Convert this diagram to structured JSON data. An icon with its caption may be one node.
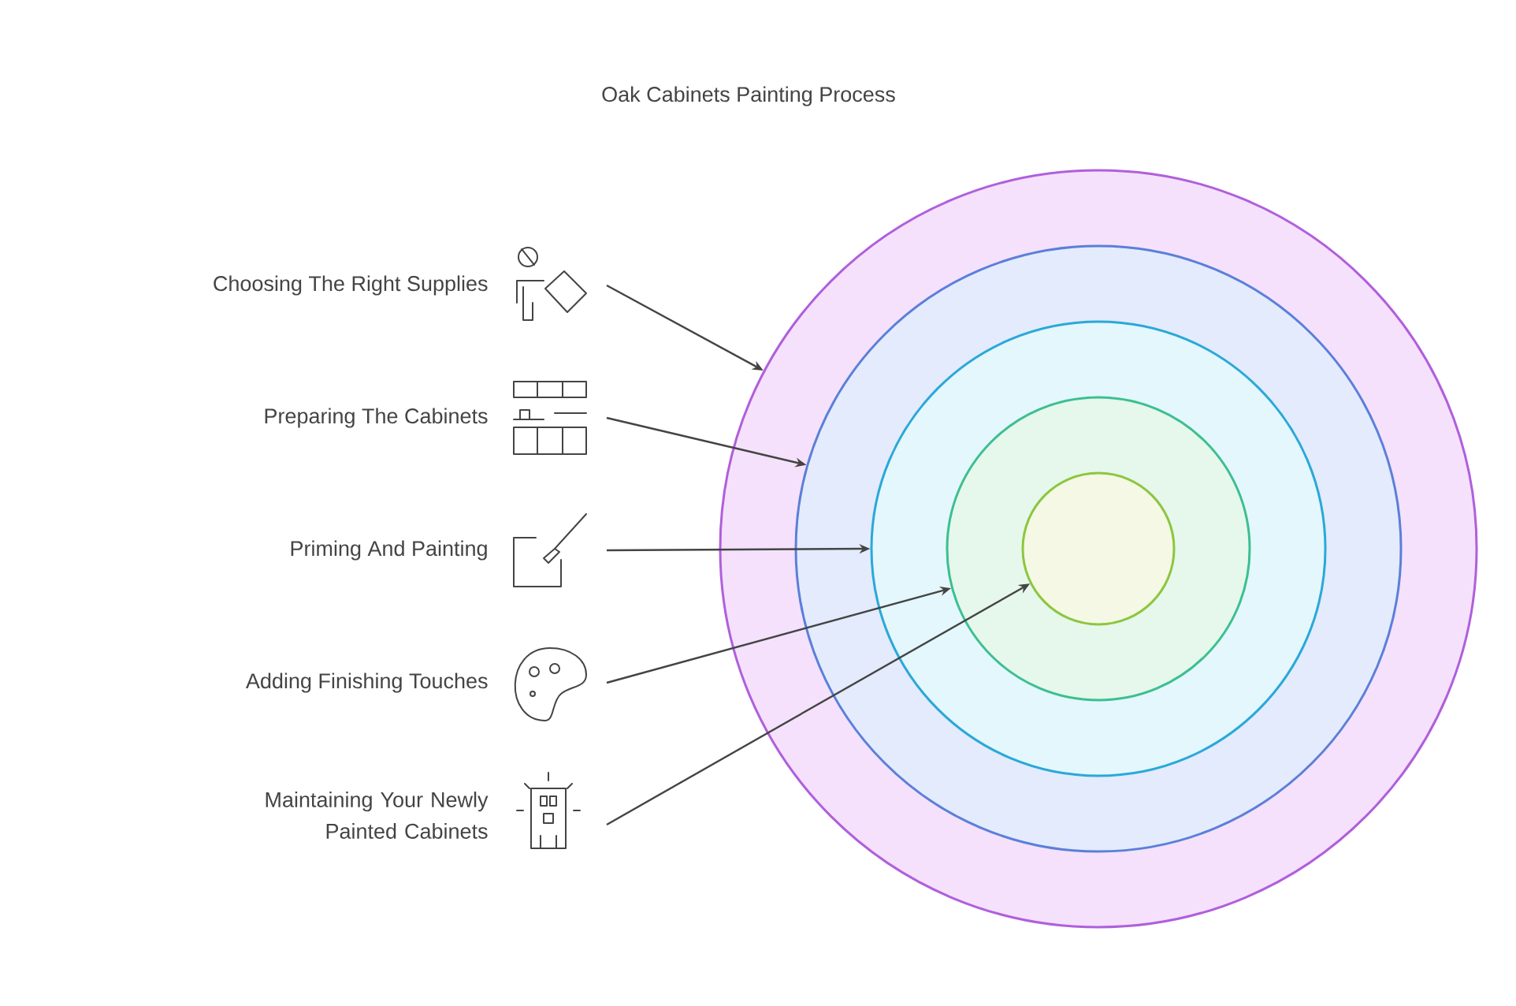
{
  "diagram": {
    "title": "Oak Cabinets Painting Process",
    "nodes": [
      {
        "text": [],
        "shape": "circle"
      },
      {
        "text": [],
        "shape": "circle",
        "in": 0
      },
      {
        "text": [],
        "shape": "circle",
        "in": 1
      },
      {
        "text": [],
        "shape": "circle",
        "in": 2
      },
      {
        "text": [],
        "shape": "circle",
        "in": 3
      },
      {
        "text": [
          "Choosing The Right Supplies"
        ]
      },
      {
        "text": [
          "Preparing The Cabinets"
        ]
      },
      {
        "text": [
          "Priming And Painting"
        ]
      },
      {
        "text": [
          "Adding Finishing Touches"
        ]
      },
      {
        "text": [
          "Maintaining Your Newly Painted Cabinets"
        ]
      }
    ],
    "edges": [
      {
        "from": 5,
        "to": 0,
        "arrow": "to"
      },
      {
        "from": 6,
        "to": 1,
        "arrow": "to"
      },
      {
        "from": 7,
        "to": 2,
        "arrow": "to"
      },
      {
        "from": 8,
        "to": 3,
        "arrow": "to"
      },
      {
        "from": 9,
        "to": 4,
        "arrow": "to"
      }
    ]
  }
}
